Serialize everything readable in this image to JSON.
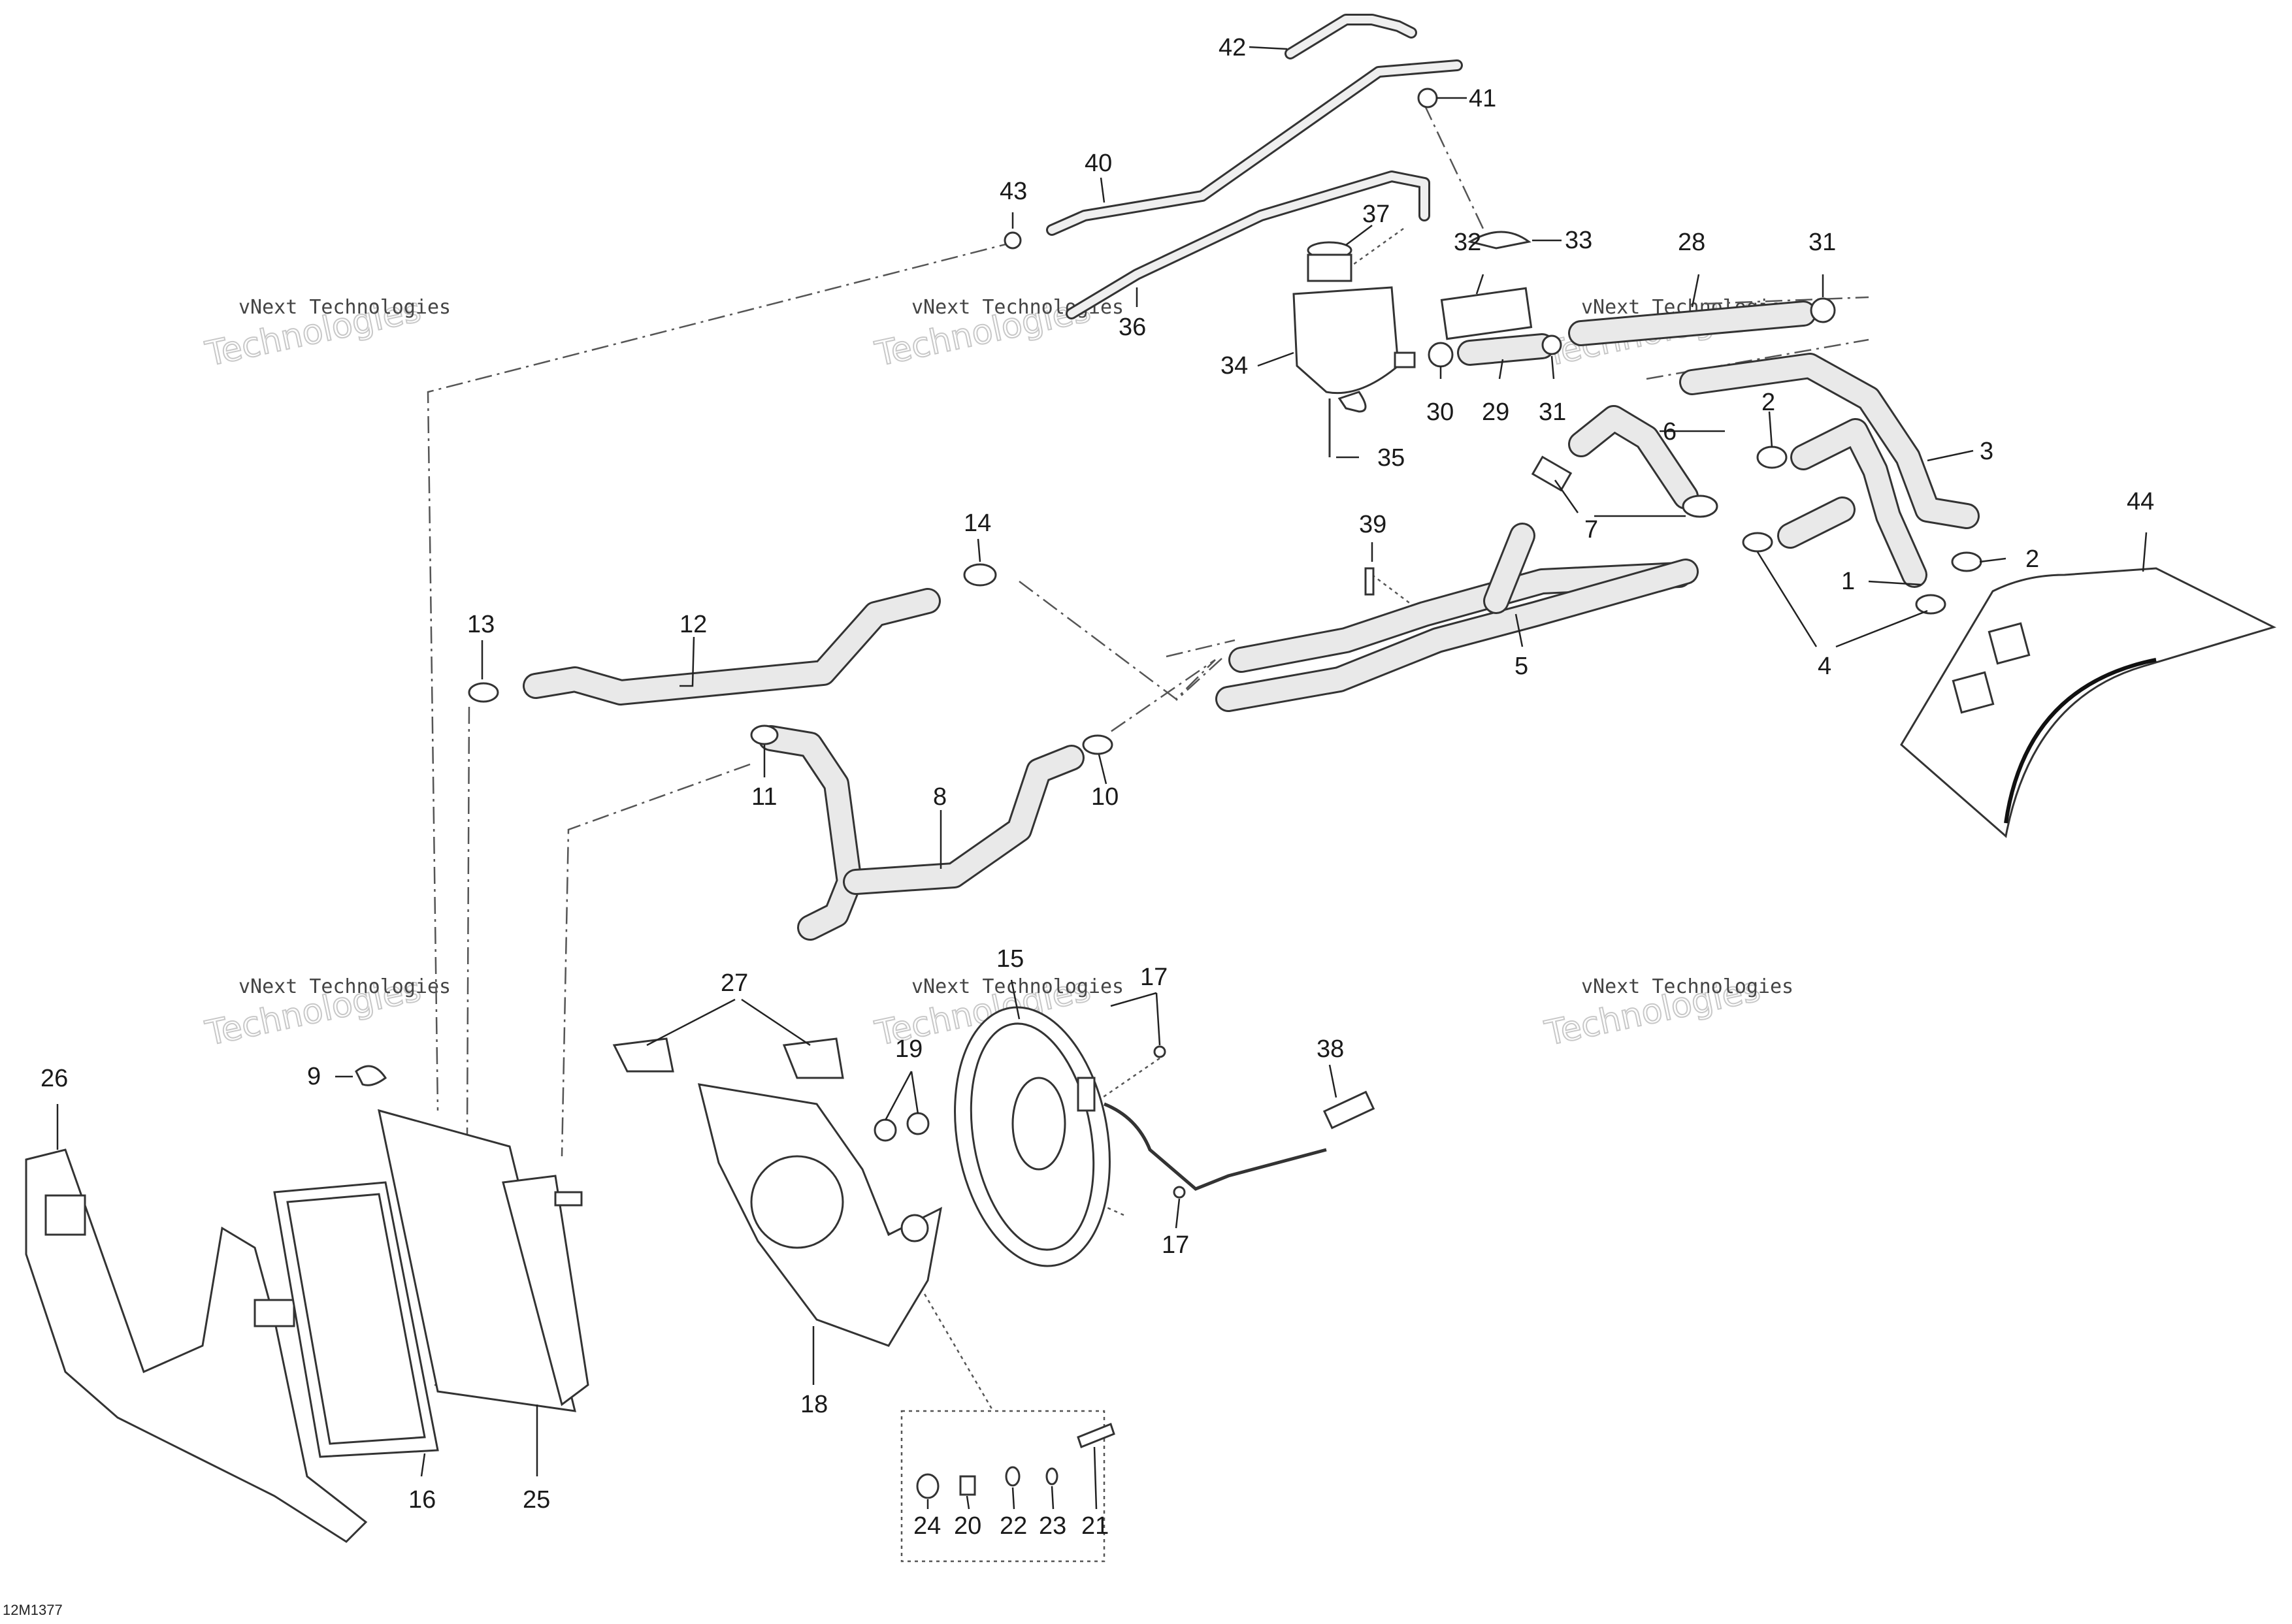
{
  "diagram": {
    "code": "12M1377",
    "watermark": {
      "line1": "vNext Technologies",
      "line2": "Technologies"
    },
    "callouts": [
      "1",
      "2",
      "3",
      "4",
      "5",
      "6",
      "7",
      "8",
      "9",
      "10",
      "11",
      "12",
      "13",
      "14",
      "15",
      "16",
      "17",
      "18",
      "19",
      "20",
      "21",
      "22",
      "23",
      "24",
      "25",
      "26",
      "27",
      "28",
      "29",
      "30",
      "31",
      "32",
      "33",
      "34",
      "35",
      "36",
      "37",
      "38",
      "39",
      "40",
      "41",
      "42",
      "43",
      "44"
    ]
  }
}
